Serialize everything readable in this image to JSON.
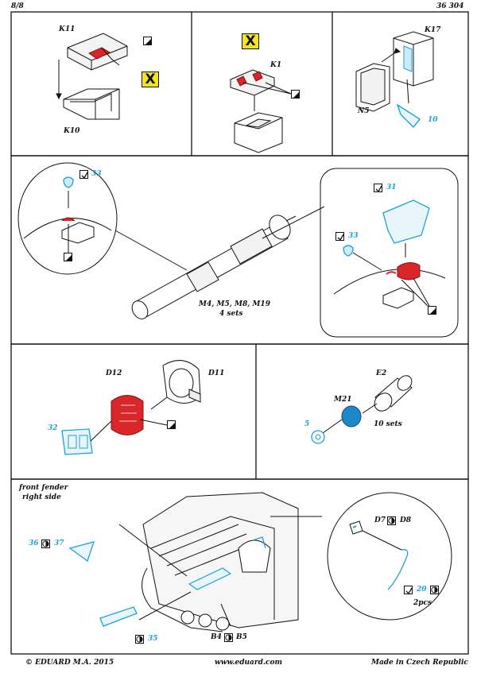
{
  "header": {
    "page": "8/8",
    "code": "36 304"
  },
  "footer": {
    "copyright": "© EDUARD  M.A. 2015",
    "website": "www.eduard.com",
    "origin": "Made in Czech Republic"
  },
  "panel1": {
    "part_top": "K11",
    "part_bottom": "K10",
    "remove_mark": "X"
  },
  "panel2": {
    "part": "K1",
    "remove_mark": "X"
  },
  "panel3": {
    "part_top": "K17",
    "part_left": "N5",
    "pe_part": "10"
  },
  "launcher": {
    "caption_models": "M4, M5, M8, M19",
    "caption_qty": "4 sets",
    "left_detail_pe": "33",
    "right_detail_pe_top": "31",
    "right_detail_pe_left": "33"
  },
  "panel_d": {
    "part_top": "D11",
    "part_left": "D12",
    "pe_part": "32"
  },
  "panel_e": {
    "part_top": "E2",
    "part_mid": "M21",
    "pe_part": "5",
    "qty": "10 sets"
  },
  "fender": {
    "title_line1": "front fender",
    "title_line2": "right side",
    "pe_left": "36",
    "pe_left_alt": "37",
    "pe_bottom": "35",
    "parts_bottom_a": "B4",
    "parts_bottom_b": "B5",
    "detail_part_a": "D7",
    "detail_part_b": "D8",
    "detail_pe": "20",
    "detail_qty": "2pcs"
  },
  "colors": {
    "pe_blue": "#1aa3d6",
    "fold_red": "#d8262a",
    "mark_yellow": "#f4e418",
    "frame": "#111111"
  }
}
